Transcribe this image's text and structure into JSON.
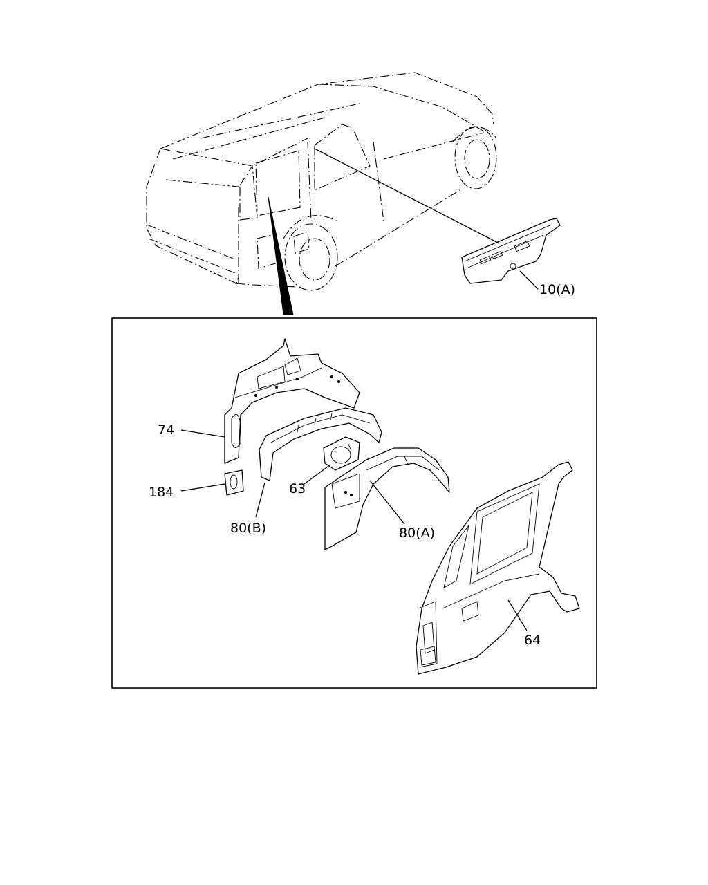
{
  "labels": {
    "part_10a": "10(A)",
    "part_74": "74",
    "part_184": "184",
    "part_80b": "80(B)",
    "part_63": "63",
    "part_80a": "80(A)",
    "part_64": "64"
  }
}
